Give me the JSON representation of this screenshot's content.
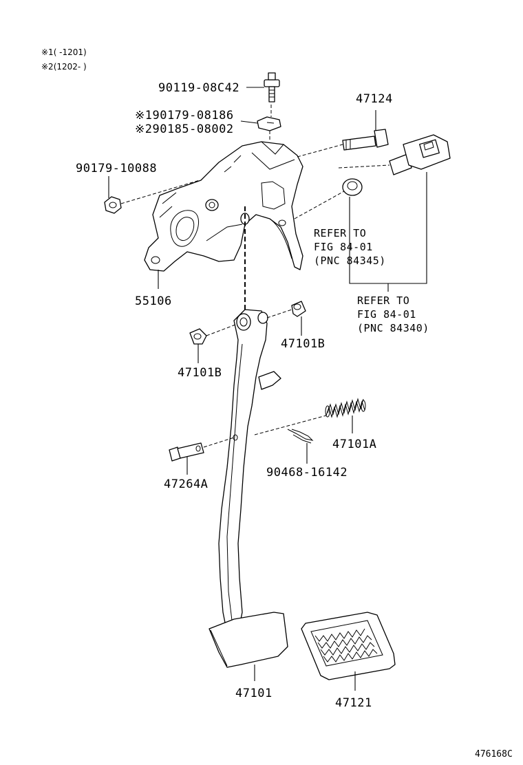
{
  "notes": {
    "note1": "※1(   -1201)",
    "note2": "※2(1202-   )"
  },
  "parts": {
    "bolt_top": "90119-08C42",
    "clip_1": "※190179-08186",
    "clip_2": "※290185-08002",
    "nut": "90179-10088",
    "bolt_right": "47124",
    "bracket": "55106",
    "bushing_right": "47101B",
    "bushing_left": "47101B",
    "spring": "47101A",
    "clip_pin": "90468-16142",
    "pin": "47264A",
    "pedal_arm": "47101",
    "pedal_pad": "47121"
  },
  "refers": {
    "ref1_line1": "REFER TO",
    "ref1_line2": "FIG 84-01",
    "ref1_line3": "(PNC 84345)",
    "ref2_line1": "REFER TO",
    "ref2_line2": "FIG 84-01",
    "ref2_line3": "(PNC 84340)"
  },
  "footer": {
    "figure_code": "476168C"
  }
}
